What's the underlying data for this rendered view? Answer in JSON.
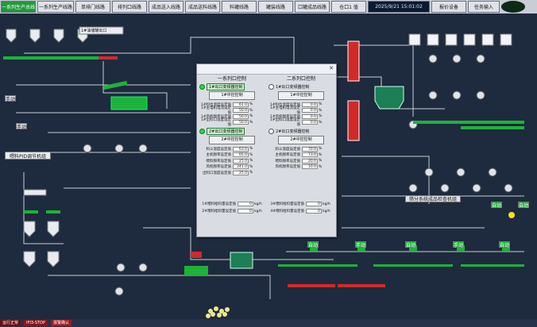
{
  "topbar": {
    "tabs": [
      "一系列生产总线",
      "一系列生产线路",
      "单排门线路",
      "排列口线路",
      "成品送入线路",
      "成品送料线路",
      "料罐线路",
      "罐装线路",
      "口罐成品线路",
      "仓口1 值",
      "2025/9/21 15:01:02",
      "报价设备",
      "任务输入"
    ],
    "active_index": 0
  },
  "dialog": {
    "left": {
      "header": "一系列口控制",
      "mode1": "1#出口变频器控制",
      "btn1": "1#中控控制",
      "fields1": [
        {
          "name": "1#料位温度设定值",
          "value": "61.0",
          "unit": "%"
        },
        {
          "name": "1#主电机电流设定值",
          "value": "50.0",
          "unit": "%"
        },
        {
          "name": "1#风机频率设定值",
          "value": "50.0",
          "unit": "%"
        },
        {
          "name": "1#出料口温度设定值",
          "value": "50.0",
          "unit": "%"
        }
      ],
      "mode2": "2#出口变频器控制",
      "btn2": "2#中控控制",
      "fields2": [
        {
          "name": "料斗温度设定值",
          "value": "63.0",
          "unit": "%"
        },
        {
          "name": "主机频率设定值",
          "value": "65.0",
          "unit": "%"
        },
        {
          "name": "喂料频率设定值",
          "value": "25.0",
          "unit": "%"
        },
        {
          "name": "风机频率设定值",
          "value": "241.0",
          "unit": "%"
        },
        {
          "name": "出料口温度设定值",
          "value": "25.0",
          "unit": "%"
        }
      ],
      "bottom": [
        {
          "name": "1#喂料给料量设定值",
          "value": "0",
          "unit": "kg/h"
        },
        {
          "name": "2#喂料给料量设定值",
          "value": "0",
          "unit": "kg/h"
        }
      ]
    },
    "right": {
      "header": "二系列口控制",
      "mode1": "1#出口变频器控制",
      "btn1": "1#中控控制",
      "fields1": [
        {
          "name": "1#料位温度设定值",
          "value": "0.0",
          "unit": "%"
        },
        {
          "name": "1#主电机电流设定值",
          "value": "0.0",
          "unit": "%"
        },
        {
          "name": "1#风机频率设定值",
          "value": "0.0",
          "unit": "%"
        },
        {
          "name": "1#出料口温度设定值",
          "value": "0.0",
          "unit": "%"
        }
      ],
      "mode2": "2#出口变频器控制",
      "btn2": "2#中控控制",
      "fields2": [
        {
          "name": "料斗温度设定值",
          "value": "70.0",
          "unit": "%"
        },
        {
          "name": "主机频率设定值",
          "value": "73.0",
          "unit": "%"
        },
        {
          "name": "喂料频率设定值",
          "value": "20.0",
          "unit": "%"
        },
        {
          "name": "风机频率设定值",
          "value": "10.0",
          "unit": "%"
        }
      ],
      "bottom": [
        {
          "name": "3#喂料给料量设定值",
          "value": "0",
          "unit": "kg/h"
        },
        {
          "name": "4#喂料给料量设定值",
          "value": "0",
          "unit": "kg/h"
        }
      ]
    }
  },
  "labels": {
    "oil_tank": "1#油储罐出口",
    "feed_pid": "喂料PID调节机组",
    "manual1": "手动",
    "manual2": "手动",
    "auto1": "自动",
    "screen_title": "筛分系统成品检查机组",
    "bottom_tags": [
      "自动",
      "手动",
      "自动",
      "手动",
      "自动",
      "自动",
      "自动"
    ]
  },
  "status": [
    "运行正常",
    "IFI3-STOP",
    "报警确认"
  ],
  "colors": {
    "bg": "#1e2a3d",
    "pipe": "#c8cdd6",
    "green": "#1db23a",
    "red": "#d12a2a",
    "accent": "#1f9a3a"
  }
}
